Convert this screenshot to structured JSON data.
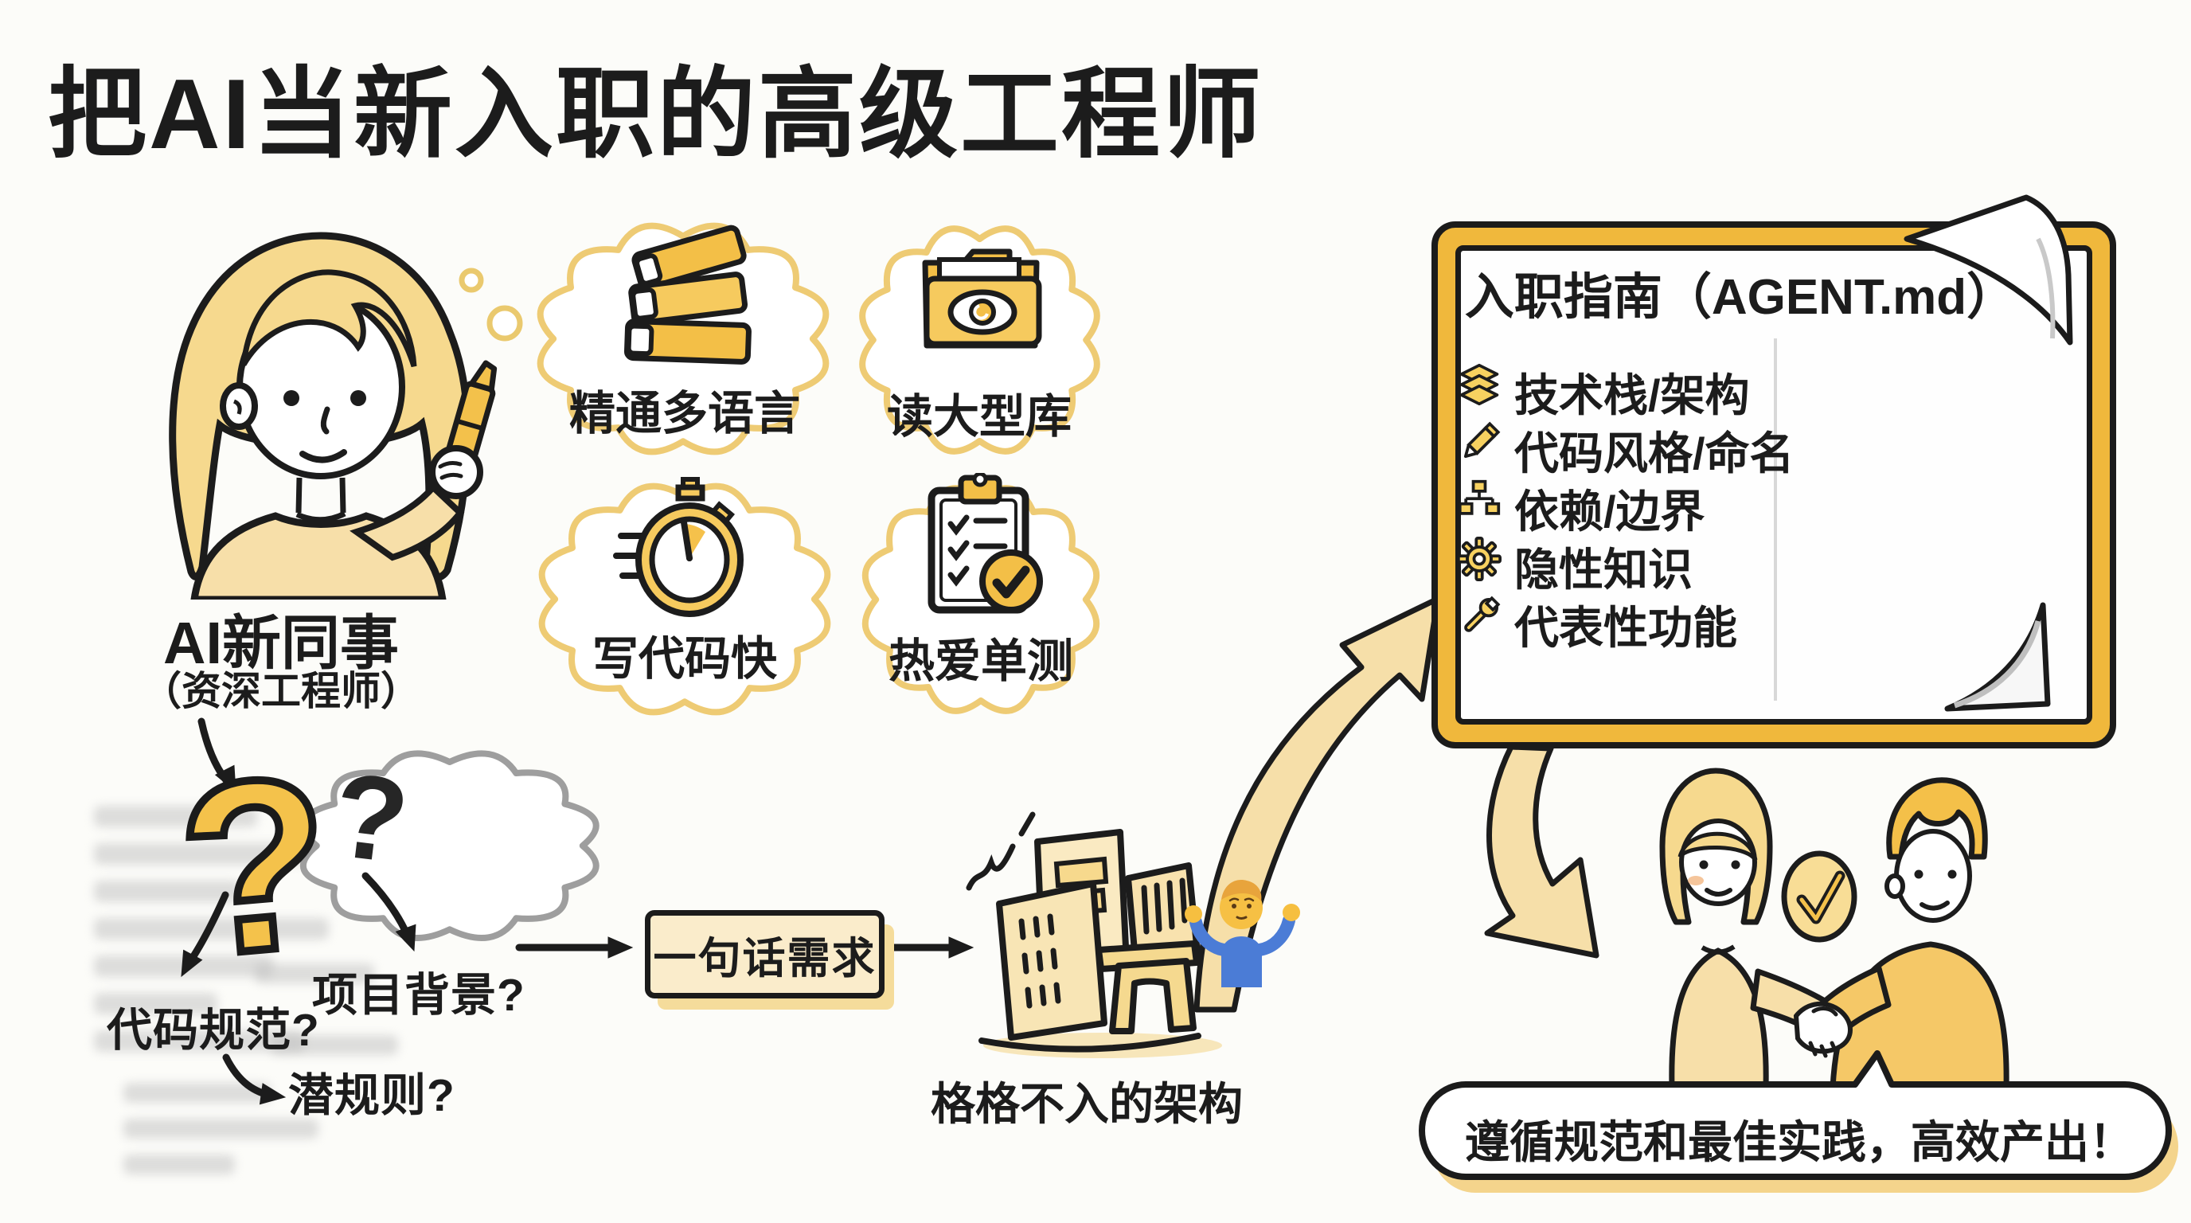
{
  "title": "把AI当新入职的高级工程师",
  "actor": {
    "name": "AI新同事",
    "role": "（资深工程师）"
  },
  "skills": [
    {
      "icon": "books-icon",
      "label": "精通多语言"
    },
    {
      "icon": "folder-eye-icon",
      "label": "读大型库"
    },
    {
      "icon": "stopwatch-icon",
      "label": "写代码快"
    },
    {
      "icon": "checklist-icon",
      "label": "热爱单测"
    }
  ],
  "questions": {
    "big_mark": "?",
    "small_mark": "?",
    "labels": [
      "代码规范?",
      "项目背景?",
      "潜规则?"
    ]
  },
  "flow": {
    "requirement_label": "一句话需求",
    "mismatch_caption": "格格不入的架构"
  },
  "guide": {
    "title": "入职指南（AGENT.md）",
    "items": [
      {
        "icon": "layers-icon",
        "label": "技术栈/架构"
      },
      {
        "icon": "pencil-icon",
        "label": "代码风格/命名"
      },
      {
        "icon": "orgchart-icon",
        "label": "依赖/边界"
      },
      {
        "icon": "gear-icon",
        "label": "隐性知识"
      },
      {
        "icon": "wrench-icon",
        "label": "代表性功能"
      }
    ]
  },
  "outcome": {
    "speech": "遵循规范和最佳实践，高效产出！"
  },
  "colors": {
    "accent_yellow": "#f2bc45",
    "light_yellow": "#f7dca0",
    "pale_yellow": "#faeccb",
    "ink": "#1c1c1c",
    "bubble_outline": "#eecb74",
    "cloud_gray": "#9e9e9e",
    "sweater_blue": "#4b7cd6"
  }
}
